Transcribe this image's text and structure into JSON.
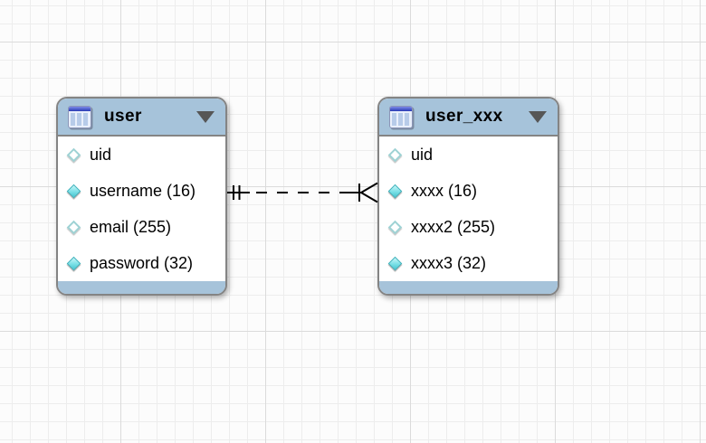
{
  "tables": [
    {
      "name": "user",
      "columns": [
        {
          "label": "uid",
          "notnull": false
        },
        {
          "label": "username (16)",
          "notnull": true
        },
        {
          "label": "email (255)",
          "notnull": false
        },
        {
          "label": "password (32)",
          "notnull": true
        }
      ]
    },
    {
      "name": "user_xxx",
      "columns": [
        {
          "label": "uid",
          "notnull": false
        },
        {
          "label": "xxxx (16)",
          "notnull": true
        },
        {
          "label": "xxxx2 (255)",
          "notnull": false
        },
        {
          "label": "xxxx3 (32)",
          "notnull": true
        }
      ]
    }
  ],
  "relationship": {
    "source_table": "user",
    "target_table": "user_xxx",
    "source_cardinality": "exactly-one",
    "target_cardinality": "many",
    "line_style": "dashed"
  },
  "colors": {
    "header_fill": "#a6c3da",
    "table_border": "#848484",
    "grid_minor": "#ededed",
    "grid_major": "#dbdbdb",
    "diamond_notnull_fill": "#7ae0e6",
    "diamond_nullable_border": "#9ed2d4",
    "connector_stroke": "#000000"
  }
}
